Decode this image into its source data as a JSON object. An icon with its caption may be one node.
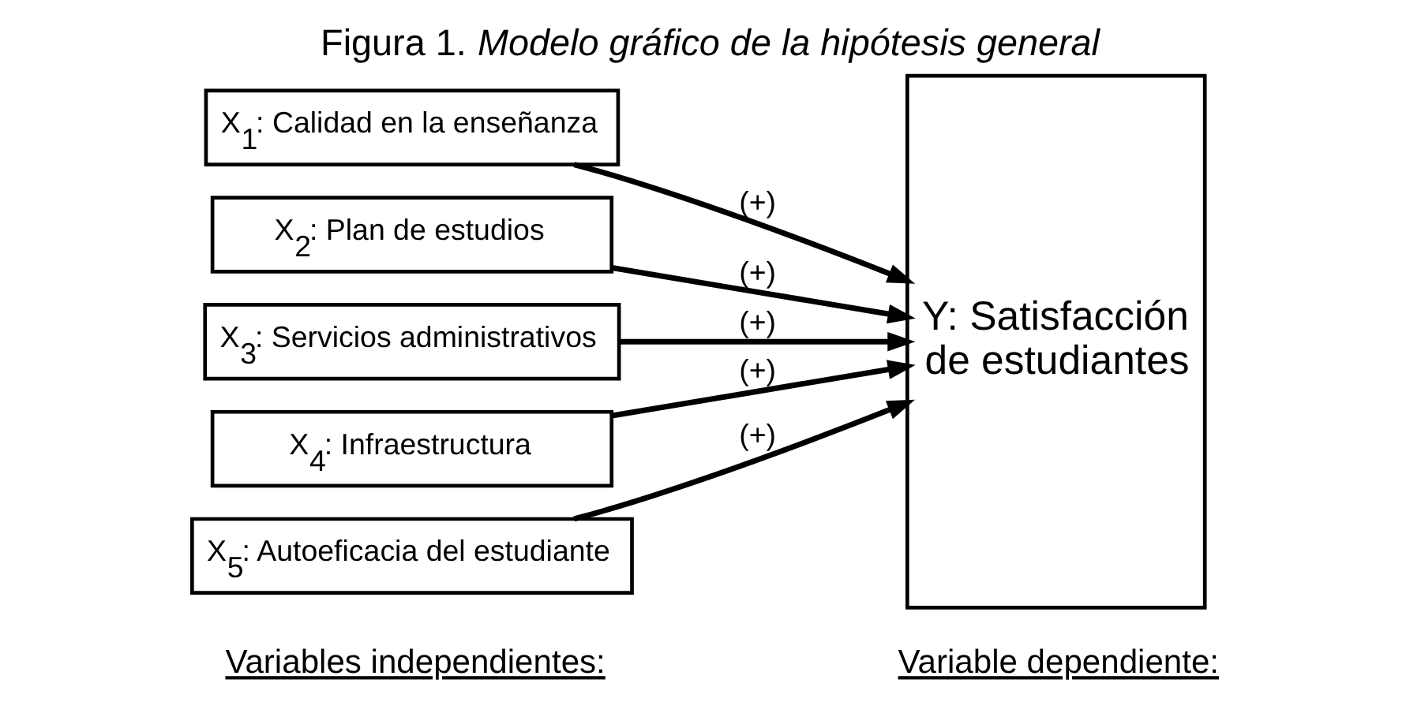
{
  "diagram": {
    "title": "Figura 1. *Modelo gráfico de la hipótesis general*",
    "nodes": [
      {
        "text": [
          "X$_{1}$: Calidad en la enseñanza"
        ]
      },
      {
        "text": [
          "X$_{2}$: Plan de estudios"
        ]
      },
      {
        "text": [
          "X$_{3}$: Servicios administrativos"
        ]
      },
      {
        "text": [
          "X$_{4}$: Infraestructura"
        ]
      },
      {
        "text": [
          "X$_{5}$: Autoeficacia del estudiante"
        ]
      },
      {
        "text": [
          "Y: Satisfacción de estudiantes"
        ]
      }
    ],
    "edges": [
      {
        "from": 0,
        "to": 5,
        "arrow": "to",
        "label": "(+)"
      },
      {
        "from": 1,
        "to": 5,
        "arrow": "to",
        "label": "(+)"
      },
      {
        "from": 2,
        "to": 5,
        "arrow": "to",
        "label": "(+)"
      },
      {
        "from": 3,
        "to": 5,
        "arrow": "to",
        "label": "(+)"
      },
      {
        "from": 4,
        "to": 5,
        "arrow": "to",
        "label": "(+)"
      }
    ],
    "labels": [
      "Variables independientes:",
      "Variable dependiente:"
    ]
  }
}
